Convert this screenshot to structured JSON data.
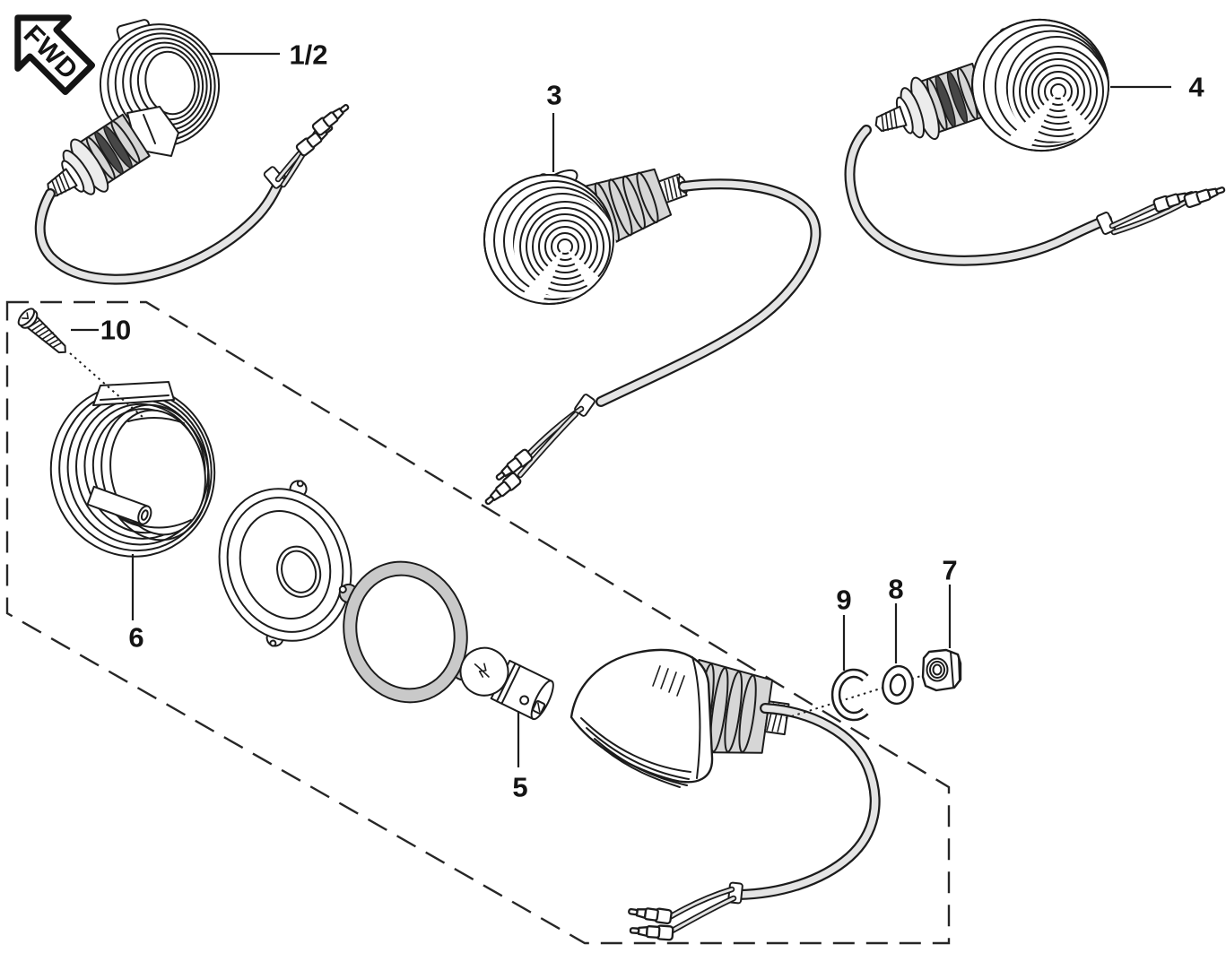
{
  "direction_marker": {
    "label": "FWD"
  },
  "callouts": {
    "part_1_2": "1/2",
    "part_3": "3",
    "part_4": "4",
    "part_5": "5",
    "part_6": "6",
    "part_7": "7",
    "part_8": "8",
    "part_9": "9",
    "part_10": "10"
  },
  "colors": {
    "line": "#1c1c1c",
    "wire_fill": "#e4e4e4",
    "rubber_fill": "#d6d6d6",
    "disc_fill": "#ececec",
    "gasket_fill": "#c9c9c9",
    "background": "#ffffff"
  }
}
